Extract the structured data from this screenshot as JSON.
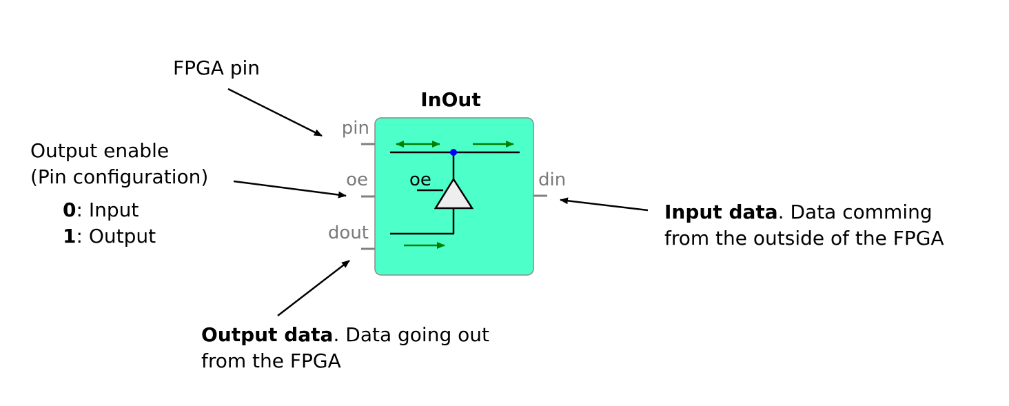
{
  "block": {
    "title": "InOut",
    "fill_color": "#4dffc8",
    "ports": {
      "pin": "pin",
      "oe": "oe",
      "dout": "dout",
      "din": "din"
    },
    "inner_oe_label": "oe"
  },
  "annotations": {
    "fpga_pin": "FPGA pin",
    "output_enable": {
      "line1": "Output enable",
      "line2": "(Pin configuration)",
      "option0_value": "0",
      "option0_text": ": Input",
      "option1_value": "1",
      "option1_text": ": Output"
    },
    "output_data": {
      "bold": "Output data",
      "line1_rest": ". Data going out",
      "line2": "from the FPGA"
    },
    "input_data": {
      "bold": "Input data",
      "line1_rest": ". Data comming",
      "line2": "from the outside of the FPGA"
    }
  },
  "colors": {
    "flow_arrow": "#008000",
    "junction_dot": "#0000ff",
    "port_line": "#808080",
    "buffer_fill": "#eeeeee"
  }
}
